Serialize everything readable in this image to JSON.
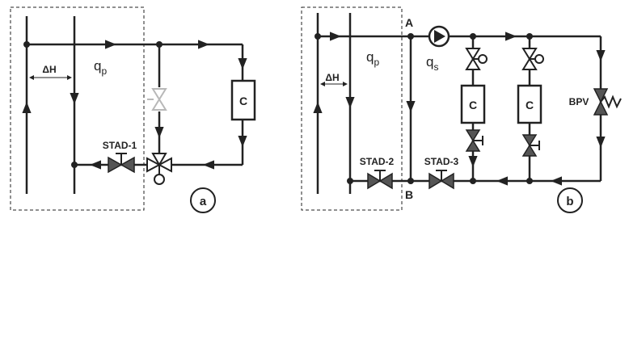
{
  "diagram_a": {
    "delta_h": "ΔH",
    "q_primary": "q",
    "q_primary_sub": "p",
    "coil_label": "C",
    "valve_label": "STAD-1",
    "panel_label": "a"
  },
  "diagram_b": {
    "delta_h": "ΔH",
    "q_primary": "q",
    "q_primary_sub": "p",
    "q_secondary": "q",
    "q_secondary_sub": "s",
    "point_a": "A",
    "point_b": "B",
    "coil_label_1": "C",
    "coil_label_2": "C",
    "valve_label_1": "STAD-2",
    "valve_label_2": "STAD-3",
    "bypass_label": "BPV",
    "panel_label": "b"
  },
  "colors": {
    "line": "#222222",
    "valve_fill": "#555555",
    "ghost_valve": "#b8b8b8"
  }
}
